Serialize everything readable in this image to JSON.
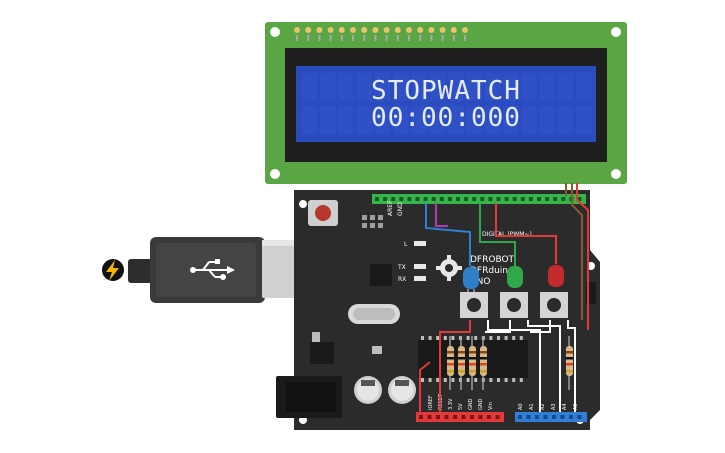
{
  "lcd": {
    "line1": "STOPWATCH",
    "line2": "00:00:000"
  },
  "board": {
    "labels": {
      "aref": "AREF",
      "gnd": "GND",
      "l": "L",
      "tx": "TX",
      "rx": "RX",
      "brand1": "DFROBOT",
      "brand2": "DFRduino",
      "brand3": "UNO",
      "digital": "DIGITAL (PWM~)"
    },
    "analog_pins": [
      "A0",
      "A1",
      "A2",
      "A3",
      "A4",
      "A5"
    ],
    "power_pins": [
      "IOREF",
      "RESET",
      "3.3V",
      "5V",
      "GND",
      "GND",
      "Vin"
    ]
  },
  "colors": {
    "lcd_board": "#5aa644",
    "lcd_screen": "#2a4cc0",
    "lcd_text": "#e6ecff",
    "arduino": "#2b2b2b",
    "header_green": "#38b54a",
    "header_red": "#e23a3a",
    "header_blue": "#2f7fd6",
    "led_blue": "#2e7fc9",
    "led_green": "#2fa84a",
    "led_red": "#c22b2b"
  }
}
